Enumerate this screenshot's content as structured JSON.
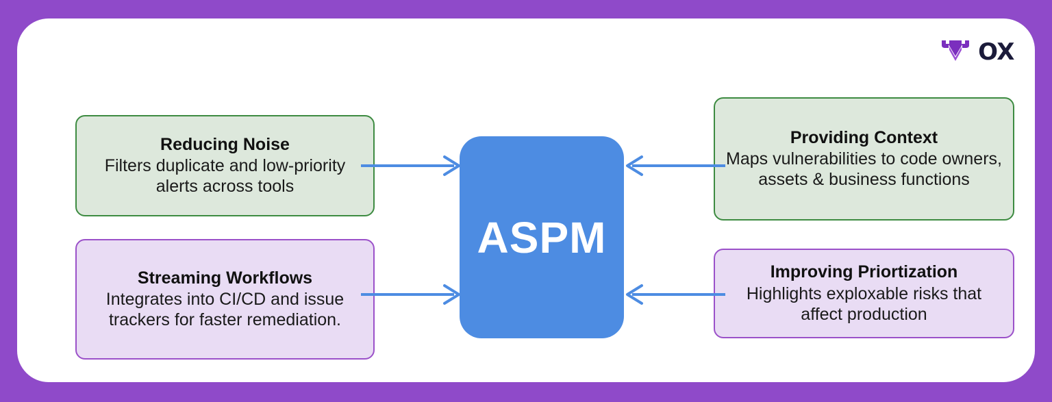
{
  "brand": {
    "logo_icon": "ox-bull-head-icon",
    "wordmark": "OX",
    "logo_purple": "#7b2fbe",
    "wordmark_color": "#1b1b3a"
  },
  "canvas": {
    "frame_color": "#8f4ac9",
    "card_color": "#ffffff"
  },
  "center": {
    "label": "ASPM",
    "fill": "#4d8ce2",
    "text_color": "#ffffff"
  },
  "arrows": {
    "color": "#4d8ce2",
    "direction_left_side": "points-right-into-center",
    "direction_right_side": "points-left-into-center"
  },
  "nodes": [
    {
      "id": "reducing-noise",
      "title": "Reducing Noise",
      "desc": "Filters duplicate and low-priority alerts across tools",
      "fill": "#dde8dc",
      "border": "#3d8b41",
      "side": "left"
    },
    {
      "id": "streaming-workflows",
      "title": "Streaming Workflows",
      "desc": "Integrates into CI/CD and issue trackers for faster remediation.",
      "fill": "#e9dcf4",
      "border": "#9b51c9",
      "side": "left"
    },
    {
      "id": "providing-context",
      "title": "Providing Context",
      "desc": "Maps vulnerabilities to code owners, assets & business functions",
      "fill": "#dde8dc",
      "border": "#3d8b41",
      "side": "right"
    },
    {
      "id": "improving-priortization",
      "title": "Improving Priortization",
      "desc": "Highlights exploxable risks that affect production",
      "fill": "#e9dcf4",
      "border": "#9b51c9",
      "side": "right"
    }
  ]
}
